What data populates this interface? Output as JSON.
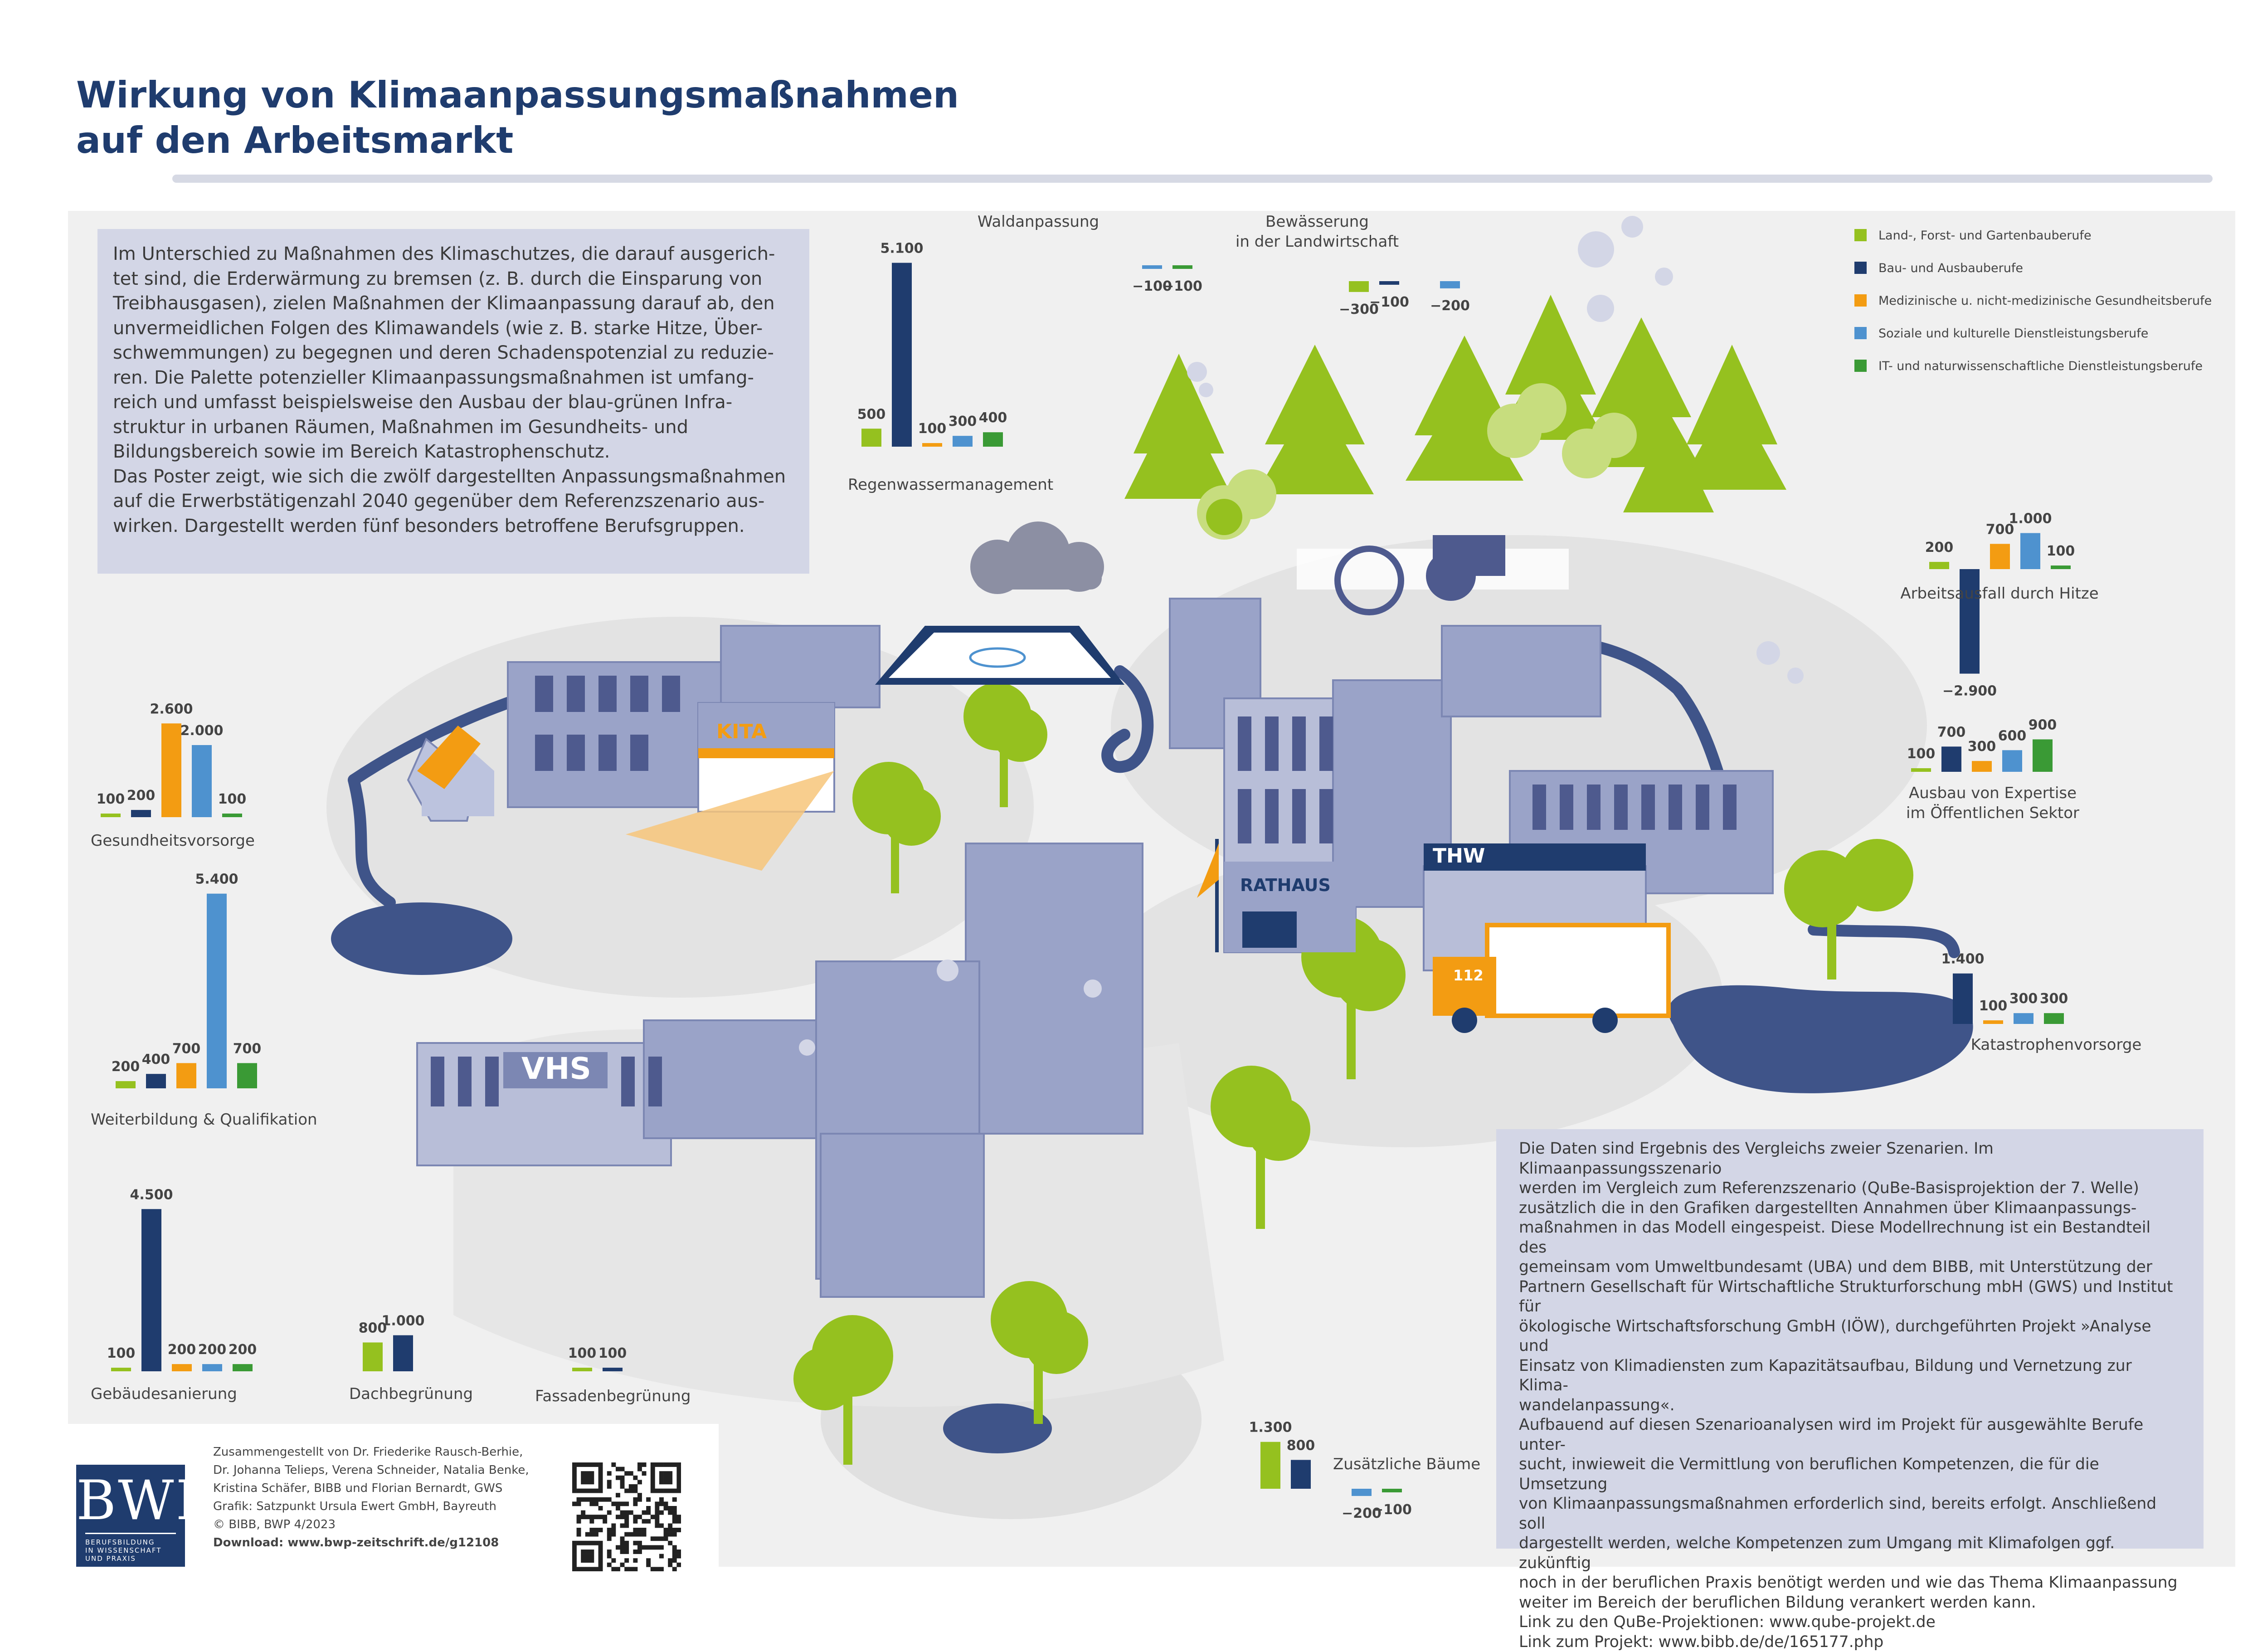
{
  "title": {
    "line1": "Wirkung von Klimaanpassungsmaßnahmen",
    "line2": "auf den Arbeitsmarkt"
  },
  "intro": [
    "Im Unterschied zu Maßnahmen des Klimaschutzes, die darauf ausgerich-",
    "tet sind, die Erderwärmung zu bremsen (z. B. durch die Einsparung von",
    "Treibhausgasen), zielen Maßnahmen der Klimaanpassung darauf ab, den",
    "unvermeidlichen Folgen des Klimawandels (wie z. B. starke Hitze, Über-",
    "schwemmungen) zu begegnen und deren Schadenspotenzial zu reduzie-",
    "ren. Die Palette potenzieller Klimaanpassungsmaßnahmen ist umfang-",
    "reich und umfasst beispielsweise den Ausbau der blau-grünen Infra-",
    "struktur in urbanen Räumen, Maßnahmen im Gesundheits- und",
    "Bildungsbereich sowie im Bereich Katastrophenschutz.",
    "Das Poster zeigt, wie sich die zwölf dargestellten Anpassungsmaßnahmen",
    "auf die Erwerbstätigenzahl 2040 gegenüber dem Referenzszenario aus-",
    "wirken. Dargestellt werden fünf besonders betroffene Berufsgruppen."
  ],
  "legend": [
    {
      "label": "Land-, Forst- und Gartenbauberufe",
      "color": "#95c11f"
    },
    {
      "label": "Bau- und Ausbauberufe",
      "color": "#1f3c6e"
    },
    {
      "label": "Medizinische u. nicht-medizinische Gesundheitsberufe",
      "color": "#f39c12"
    },
    {
      "label": "Soziale und kulturelle Dienstleistungsberufe",
      "color": "#4e92cf"
    },
    {
      "label": "IT- und naturwissenschaftliche Dienstleistungsberufe",
      "color": "#3a9a35"
    }
  ],
  "city_labels": {
    "kita": "KITA",
    "rathaus": "RATHAUS",
    "thw": "THW",
    "vhs": "VHS",
    "truck": "112"
  },
  "chart_data": [
    {
      "type": "bar",
      "title": "Regenwassermanagement",
      "values": [
        500,
        5100,
        100,
        300,
        400
      ],
      "labels": [
        "500",
        "5.100",
        "100",
        "300",
        "400"
      ]
    },
    {
      "type": "bar",
      "title": "Waldanpassung",
      "values": [
        0,
        0,
        0,
        -100,
        -100
      ],
      "labels": [
        "",
        "",
        "",
        "−100",
        "−100"
      ]
    },
    {
      "type": "bar",
      "title": "Bewässerung in der Landwirtschaft",
      "values": [
        -300,
        -100,
        0,
        -200,
        0
      ],
      "labels": [
        "−300",
        "−100",
        "",
        "−200",
        ""
      ]
    },
    {
      "type": "bar",
      "title": "Arbeitsausfall durch Hitze",
      "values": [
        200,
        -2900,
        700,
        1000,
        100
      ],
      "labels": [
        "200",
        "−2.900",
        "700",
        "1.000",
        "100"
      ]
    },
    {
      "type": "bar",
      "title": "Ausbau von Expertise im Öffentlichen Sektor",
      "values": [
        100,
        700,
        300,
        600,
        900
      ],
      "labels": [
        "100",
        "700",
        "300",
        "600",
        "900"
      ]
    },
    {
      "type": "bar",
      "title": "Katastrophenvorsorge",
      "values": [
        0,
        1400,
        100,
        300,
        300
      ],
      "labels": [
        "",
        "1.400",
        "100",
        "300",
        "300"
      ]
    },
    {
      "type": "bar",
      "title": "Gesundheitsvorsorge",
      "values": [
        100,
        200,
        2600,
        2000,
        100
      ],
      "labels": [
        "100",
        "200",
        "2.600",
        "2.000",
        "100"
      ]
    },
    {
      "type": "bar",
      "title": "Weiterbildung & Qualifikation",
      "values": [
        200,
        400,
        700,
        5400,
        700
      ],
      "labels": [
        "200",
        "400",
        "700",
        "5.400",
        "700"
      ]
    },
    {
      "type": "bar",
      "title": "Gebäudesanierung",
      "values": [
        100,
        4500,
        200,
        200,
        200
      ],
      "labels": [
        "100",
        "4.500",
        "200",
        "200",
        "200"
      ]
    },
    {
      "type": "bar",
      "title": "Dachbegrünung",
      "values": [
        800,
        1000,
        0,
        0,
        0
      ],
      "labels": [
        "800",
        "1.000",
        "",
        "",
        ""
      ]
    },
    {
      "type": "bar",
      "title": "Fassadenbegrünung",
      "values": [
        100,
        100,
        0,
        0,
        0
      ],
      "labels": [
        "100",
        "100",
        "",
        "",
        ""
      ]
    },
    {
      "type": "bar",
      "title": "Zusätzliche Bäume",
      "values": [
        1300,
        800,
        0,
        -200,
        -100
      ],
      "labels": [
        "1.300",
        "800",
        "",
        "−200",
        "−100"
      ]
    }
  ],
  "note": [
    "Die Daten sind Ergebnis des Vergleichs zweier Szenarien. Im Klimaanpassungsszenario",
    "werden im Vergleich zum Referenzszenario (QuBe-Basisprojektion der 7. Welle)",
    "zusätzlich die in den Grafiken dargestellten Annahmen über Klimaanpassungs-",
    "maßnahmen in das Modell eingespeist. Diese Modellrechnung ist ein Bestandteil des",
    "gemeinsam vom Umweltbundesamt (UBA) und dem BIBB, mit Unterstützung der",
    "Partnern Gesellschaft für Wirtschaftliche Strukturforschung mbH (GWS) und Institut für",
    "ökologische Wirtschaftsforschung GmbH (IÖW), durchgeführten Projekt »Analyse und",
    "Einsatz von Klimadiensten zum Kapazitätsaufbau, Bildung und Vernetzung zur Klima-",
    "wandelanpassung«.",
    "Aufbauend auf diesen Szenarioanalysen wird im Projekt für ausgewählte Berufe unter-",
    "sucht, inwieweit die Vermittlung von beruflichen Kompetenzen, die für die Umsetzung",
    "von Klimaanpassungsmaßnahmen erforderlich sind, bereits erfolgt. Anschließend soll",
    "dargestellt werden, welche Kompetenzen zum Umgang mit Klimafolgen ggf. zukünftig",
    "noch in der beruflichen Praxis benötigt werden und wie das Thema Klimaanpassung",
    "weiter im Bereich der beruflichen Bildung verankert werden kann.",
    "Link zu den QuBe-Projektionen: www.qube-projekt.de",
    "Link zum Projekt:  www.bibb.de/de/165177.php"
  ],
  "credits": {
    "lines": [
      "Zusammengestellt von Dr. Friederike Rausch-Berhie,",
      "Dr. Johanna Telieps, Verena Schneider, Natalia Benke,",
      "Kristina Schäfer, BIBB und Florian Bernardt, GWS",
      "Grafik: Satzpunkt Ursula Ewert GmbH, Bayreuth",
      "© BIBB, BWP 4/2023"
    ],
    "download": "Download: www.bwp-zeitschrift.de/g12108"
  },
  "logo": {
    "text": "BWP",
    "sub1": "BERUFSBILDUNG",
    "sub2": "IN WISSENSCHAFT",
    "sub3": "UND PRAXIS"
  }
}
